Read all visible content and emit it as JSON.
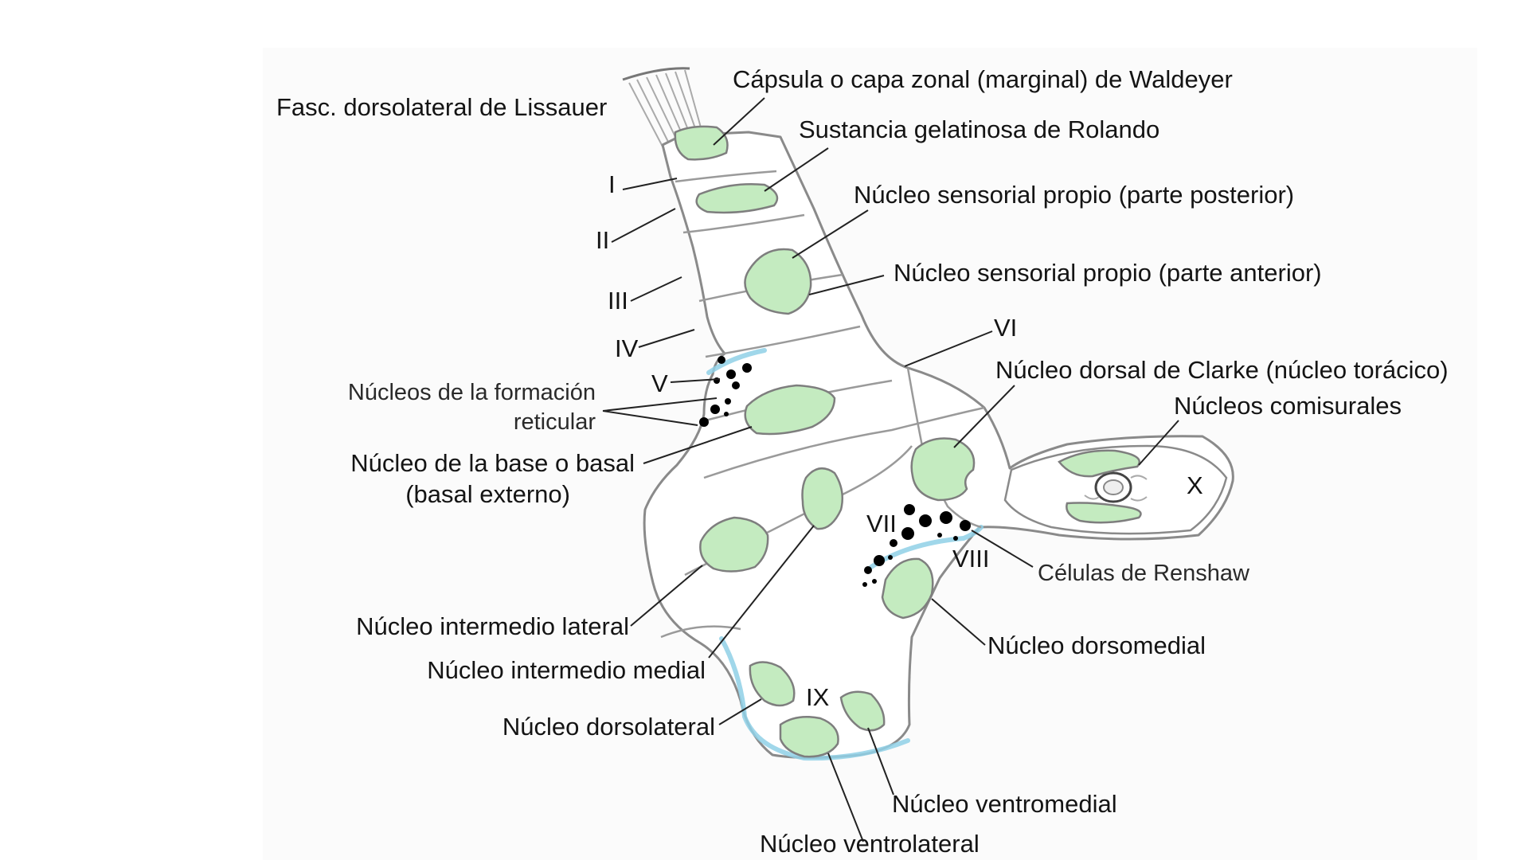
{
  "labels": {
    "lissauer": "Fasc. dorsolateral de Lissauer",
    "waldeyer": "Cápsula o capa zonal (marginal) de Waldeyer",
    "rolando": "Sustancia gelatinosa de Rolando",
    "sens_post": "Núcleo sensorial propio (parte posterior)",
    "sens_ant": "Núcleo sensorial propio (parte anterior)",
    "reticular_1": "Núcleos de la formación",
    "reticular_2": "reticular",
    "basal_1": "Núcleo de la base o basal",
    "basal_2": "(basal externo)",
    "clarke": "Núcleo dorsal de Clarke (núcleo torácico)",
    "comisurales": "Núcleos comisurales",
    "renshaw": "Células de Renshaw",
    "int_lat": "Núcleo intermedio lateral",
    "int_med": "Núcleo intermedio medial",
    "dorsomedial": "Núcleo dorsomedial",
    "dorsolateral": "Núcleo dorsolateral",
    "ventromedial": "Núcleo ventromedial",
    "ventrolateral": "Núcleo ventrolateral"
  },
  "laminae": {
    "I": "I",
    "II": "II",
    "III": "III",
    "IV": "IV",
    "V": "V",
    "VI": "VI",
    "VII": "VII",
    "VIII": "VIII",
    "IX": "IX",
    "X": "X"
  },
  "colors": {
    "nucleus_fill": "#c4ebc0",
    "outline": "#8a8a8a",
    "edge_highlight": "#8fd0e6"
  }
}
